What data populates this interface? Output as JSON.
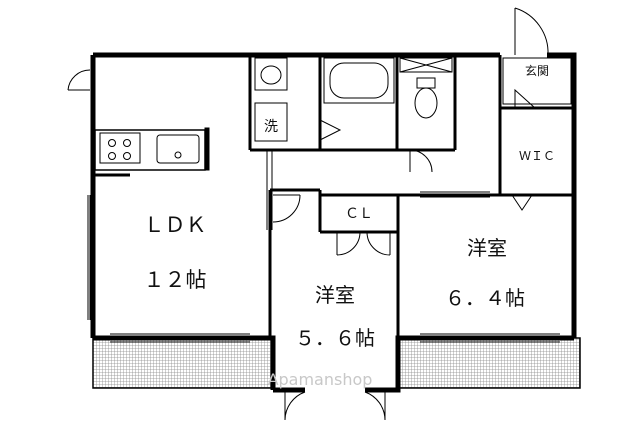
{
  "rooms": {
    "ldk": {
      "name": "ＬＤＫ",
      "size": "１２帖"
    },
    "bedroom_west": {
      "name": "洋室",
      "size": "５．６帖"
    },
    "bedroom_east": {
      "name": "洋室",
      "size": "６．４帖"
    },
    "closet": {
      "name": "ＣＬ"
    },
    "wic": {
      "name": "ＷＩＣ"
    },
    "entrance": {
      "name": "玄関"
    },
    "washroom": {
      "name": "洗"
    }
  },
  "watermark": "Apamanshop",
  "colors": {
    "wall": "#000000",
    "balcony": "#bdbdbd",
    "watermark": "#c8c8c8"
  }
}
